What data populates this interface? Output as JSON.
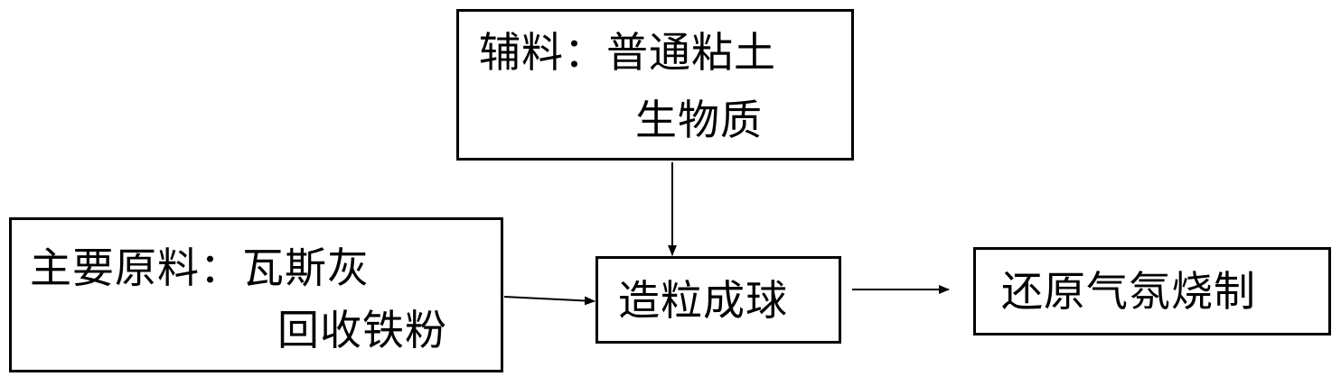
{
  "nodes": {
    "auxiliary_materials": {
      "line1": "辅料：普通粘土",
      "line2": "生物质"
    },
    "main_materials": {
      "line1": "主要原料：瓦斯灰",
      "line2": "回收铁粉"
    },
    "pelletizing": {
      "label": "造粒成球"
    },
    "reduction_firing": {
      "label": "还原气氛烧制"
    }
  },
  "edges": [
    {
      "from": "auxiliary_materials",
      "to": "pelletizing"
    },
    {
      "from": "main_materials",
      "to": "pelletizing"
    },
    {
      "from": "pelletizing",
      "to": "reduction_firing"
    }
  ],
  "colors": {
    "stroke": "#000000",
    "background": "#ffffff"
  }
}
